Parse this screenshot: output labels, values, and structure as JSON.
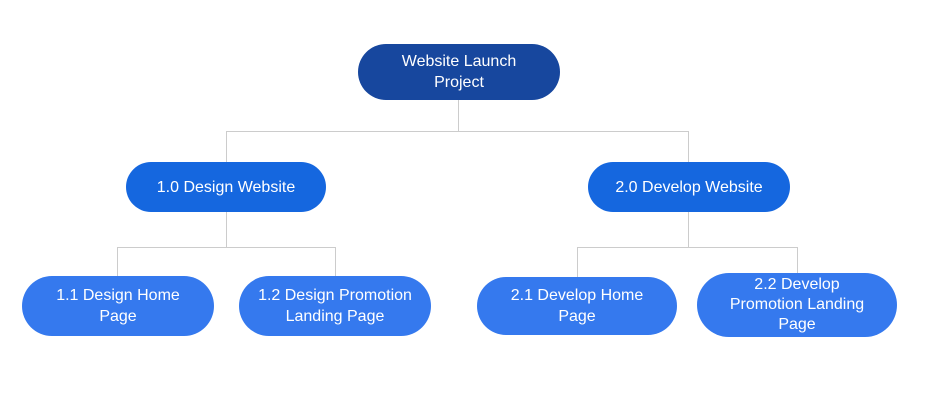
{
  "title": "Website Launch Project WBS",
  "colors": {
    "root_fill": "#17479E",
    "branch_fill": "#1567DF",
    "leaf_fill": "#3579EE",
    "connector": "#CCCCCC",
    "node_text": "#FFFFFF",
    "background": "#FFFFFF"
  },
  "nodes": {
    "root": {
      "label": "Website Launch Project"
    },
    "design": {
      "label": "1.0 Design Website"
    },
    "develop": {
      "label": "2.0 Develop Website"
    },
    "design_home": {
      "label": "1.1 Design Home Page"
    },
    "design_promo": {
      "label": "1.2 Design Promotion Landing Page"
    },
    "develop_home": {
      "label": "2.1 Develop Home Page"
    },
    "develop_promo": {
      "label": "2.2 Develop Promotion Landing Page"
    }
  }
}
